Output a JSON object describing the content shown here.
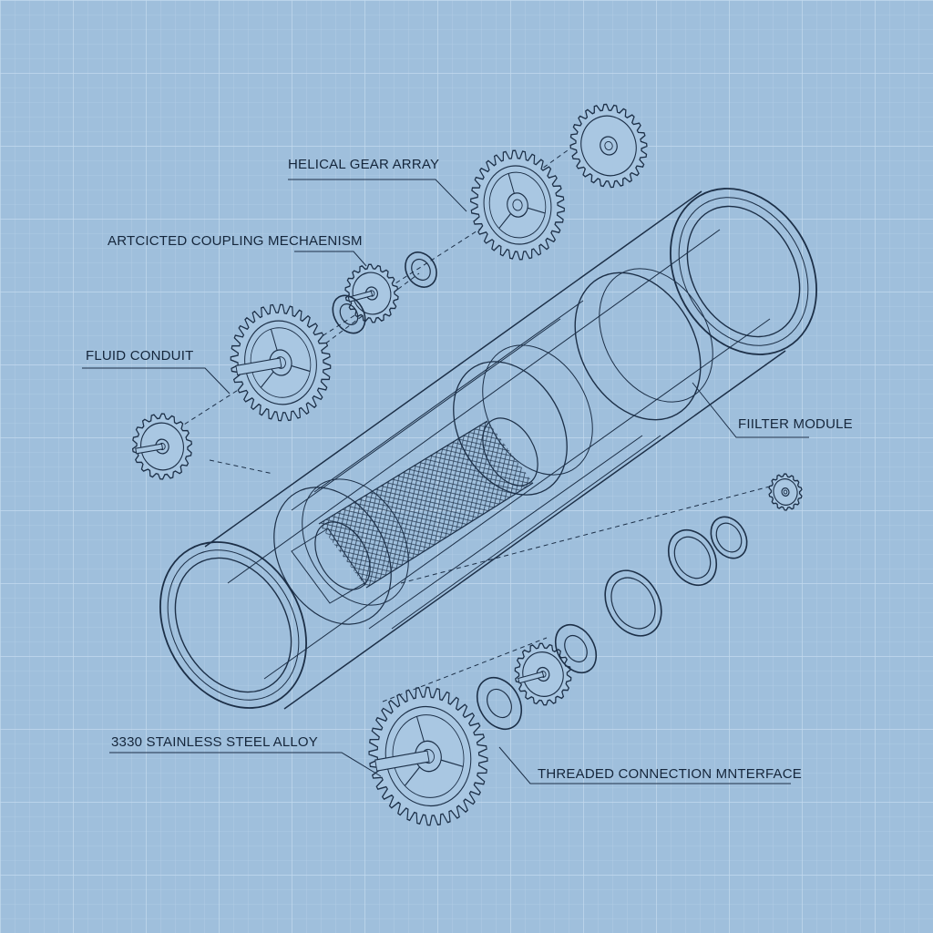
{
  "callouts": {
    "helical_gear_array": "HELICAL GEAR ARRAY",
    "coupling_mechanism": "ARTCICTED COUPLING MECHAENISM",
    "fluid_conduit": "FLUID CONDUIT",
    "filter_module": "FIILTER   MODULE",
    "stainless_steel_alloy": "3330 STAINLESS STEEL ALLOY",
    "threaded_connection": "THREADED CONNECTION MNTERFACE"
  },
  "colors": {
    "background": "#9fbfdc",
    "grid_minor": "#b4cfe6",
    "grid_major": "#c4daee",
    "ink": "#1c2f47"
  }
}
